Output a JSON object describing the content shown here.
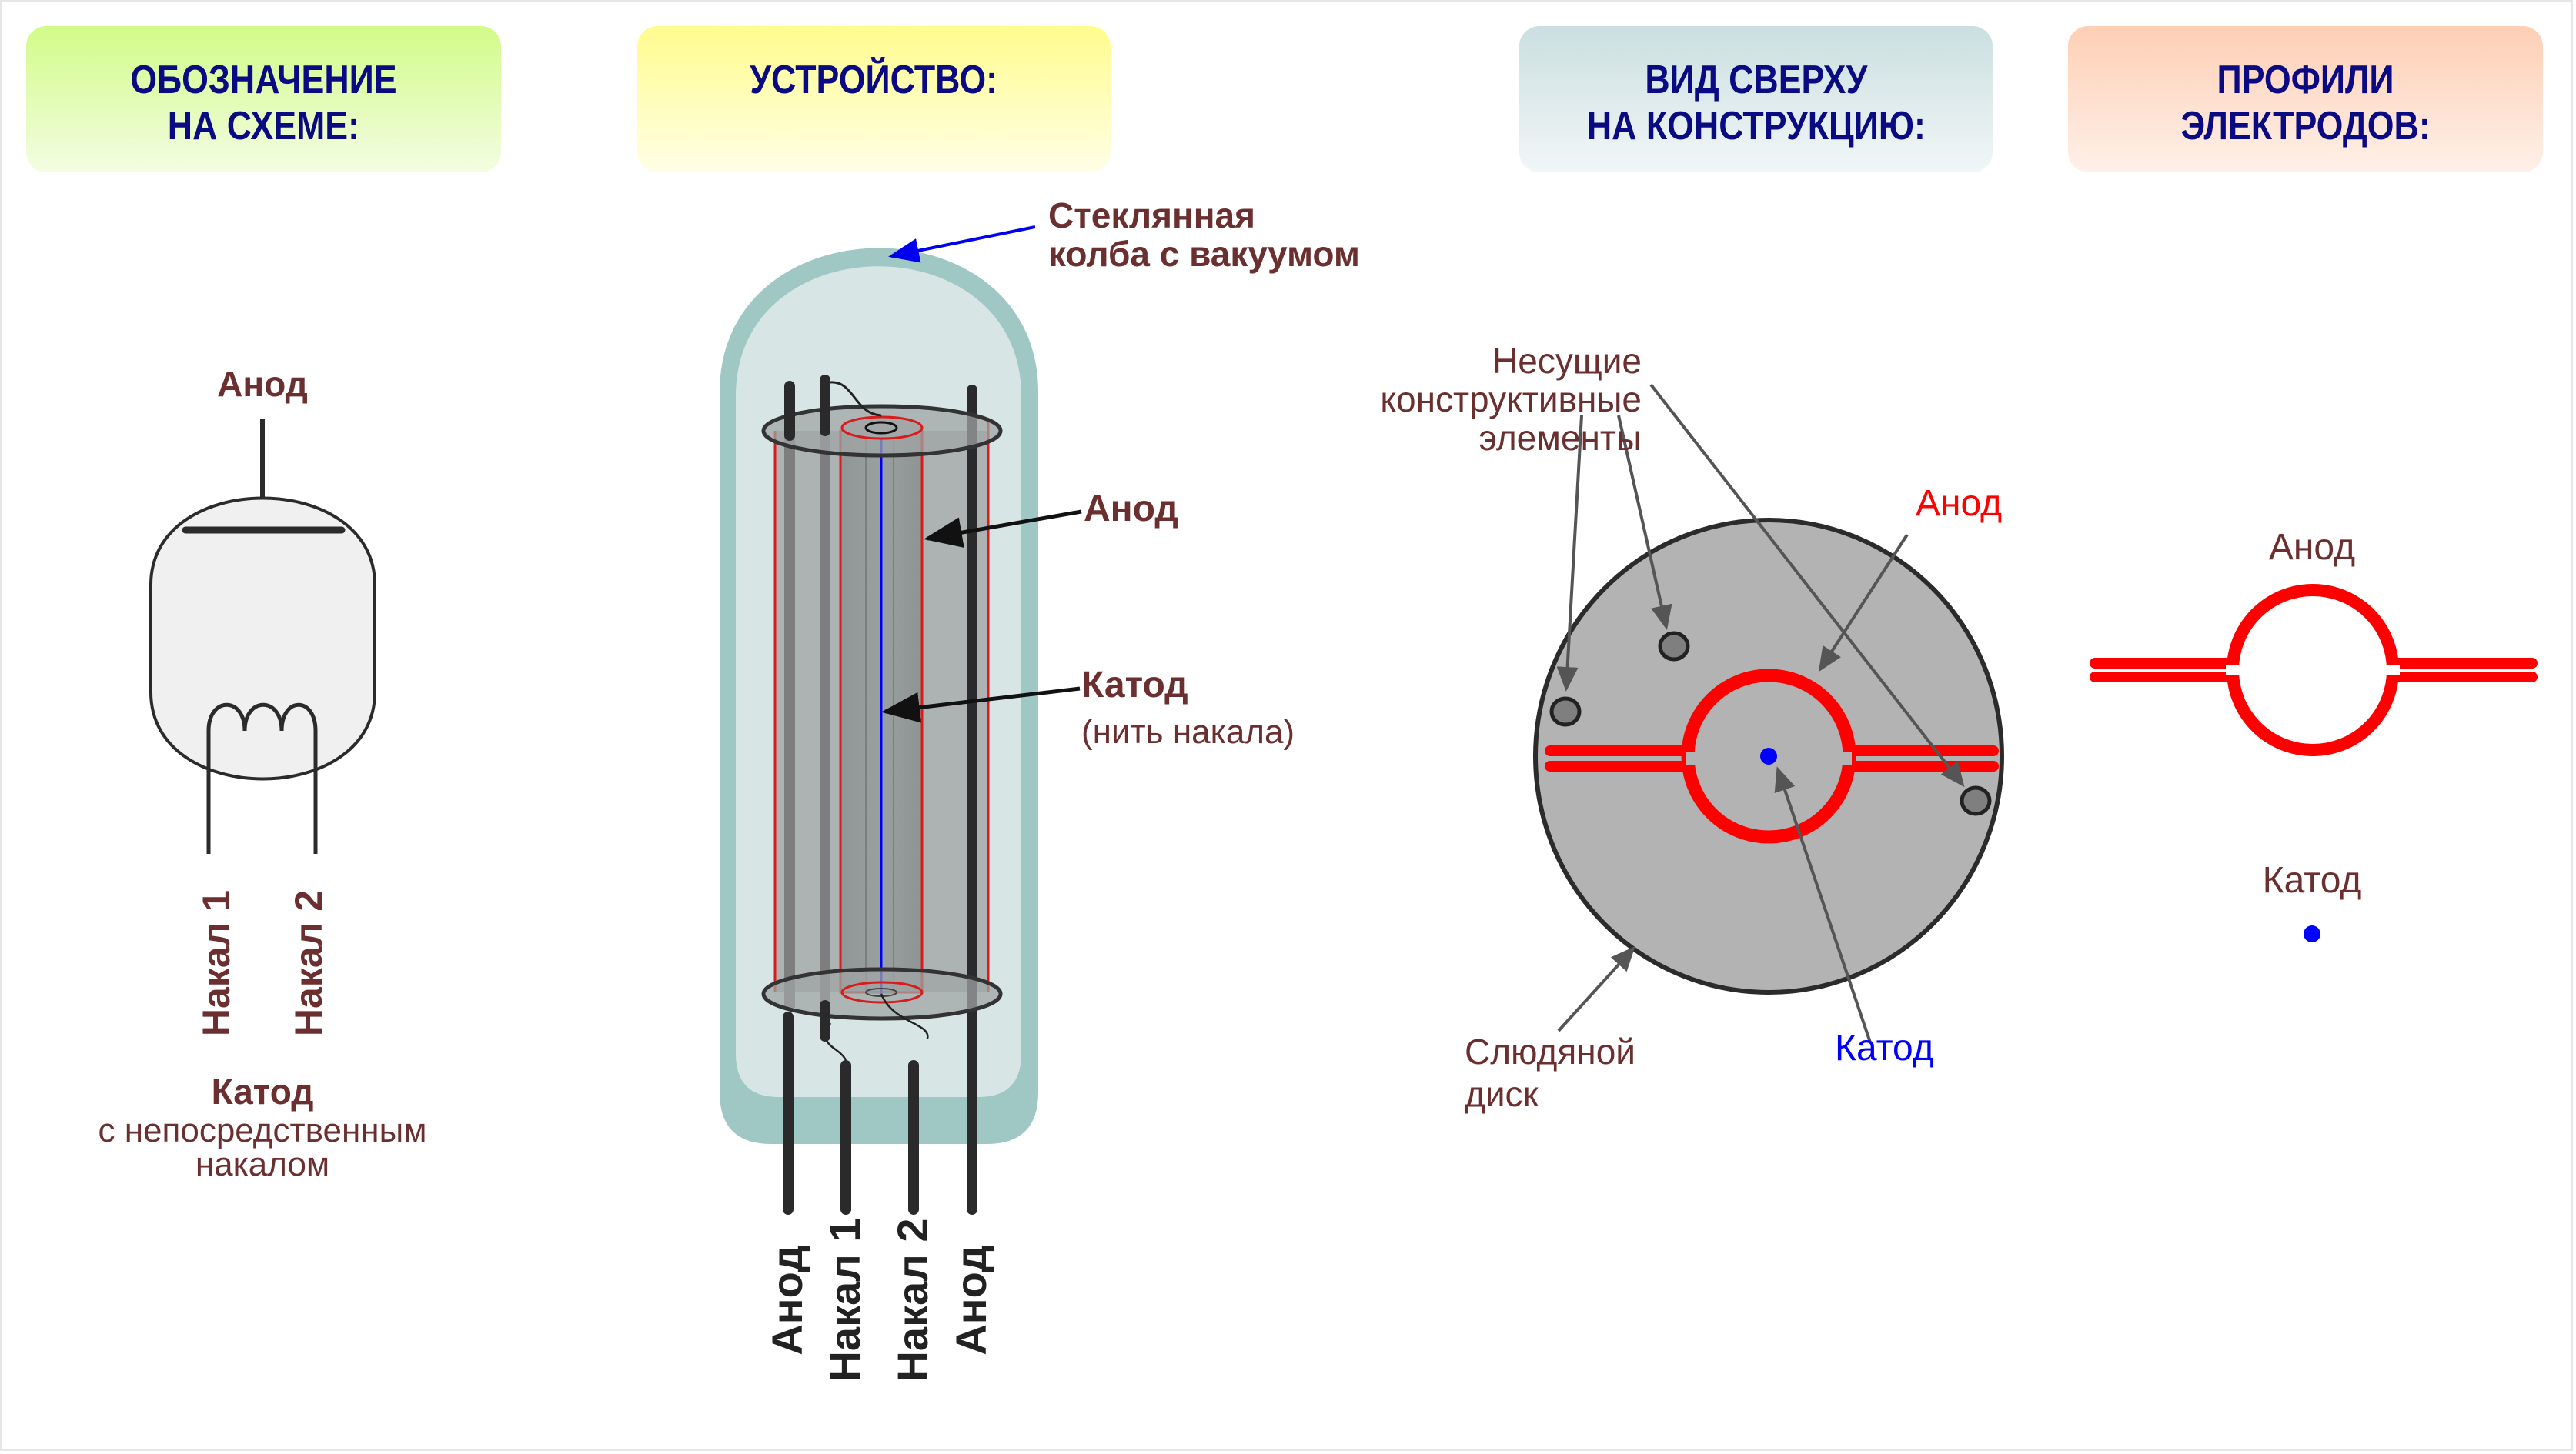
{
  "headers": [
    {
      "id": "symbol",
      "label": "ОБОЗНАЧЕНИЕ\nНА СХЕМЕ:"
    },
    {
      "id": "device",
      "label": "УСТРОЙСТВО:"
    },
    {
      "id": "top_view",
      "label": "ВИД СВЕРХУ\nНА КОНСТРУКЦИЮ:"
    },
    {
      "id": "profiles",
      "label": "ПРОФИЛИ\nЭЛЕКТРОДОВ:"
    }
  ],
  "symbol": {
    "anode_label": "Анод",
    "heater1_label": "Накал 1",
    "heater2_label": "Накал 2",
    "cathode_label": "Катод",
    "cathode_desc_line1": "с непосредственным",
    "cathode_desc_line2": "накалом"
  },
  "device": {
    "glass_label_line1": "Стеклянная",
    "glass_label_line2": "колба с вакуумом",
    "anode_label": "Анод",
    "cathode_label": "Катод",
    "cathode_desc": "(нить накала)",
    "pins": [
      "Анод",
      "Накал 1",
      "Накал 2",
      "Анод"
    ]
  },
  "top_view": {
    "supports_line1": "Несущие",
    "supports_line2": "конструктивные",
    "supports_line3": "элементы",
    "anode_label": "Анод",
    "cathode_label": "Катод",
    "disk_line1": "Слюдяной",
    "disk_line2": "диск"
  },
  "profiles": {
    "anode_label": "Анод",
    "cathode_label": "Катод"
  },
  "colors": {
    "label_brown": "#6b2f2f",
    "header_text": "#0a0a82",
    "anode_red": "#ff0000",
    "cathode_blue": "#0000ff",
    "glass": "#9fc8c4",
    "glass_inner": "#d7e5e5",
    "mica": "#b3b3b3"
  }
}
